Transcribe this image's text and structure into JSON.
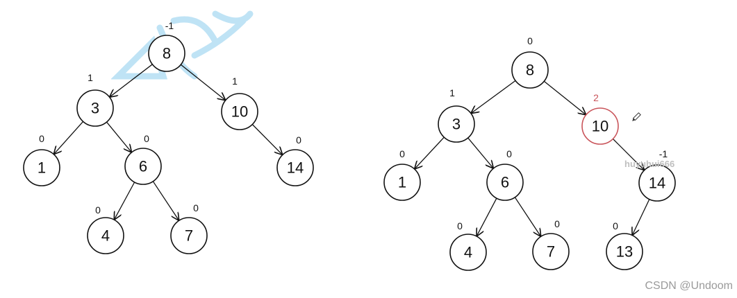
{
  "colors": {
    "line": "#111111",
    "highlight": "#c9545a",
    "watermark_logo": "#bfe3f5",
    "watermark_text": "#bfbfbf"
  },
  "trees": [
    {
      "name": "left-tree",
      "nodes": [
        {
          "id": "8",
          "label": "8",
          "bf": "-1"
        },
        {
          "id": "3",
          "label": "3",
          "bf": "1"
        },
        {
          "id": "10",
          "label": "10",
          "bf": "1"
        },
        {
          "id": "1",
          "label": "1",
          "bf": "0"
        },
        {
          "id": "6",
          "label": "6",
          "bf": "0"
        },
        {
          "id": "14",
          "label": "14",
          "bf": "0"
        },
        {
          "id": "4",
          "label": "4",
          "bf": "0"
        },
        {
          "id": "7",
          "label": "7",
          "bf": "0"
        }
      ],
      "edges": [
        [
          "8",
          "3"
        ],
        [
          "8",
          "10"
        ],
        [
          "3",
          "1"
        ],
        [
          "3",
          "6"
        ],
        [
          "10",
          "14"
        ],
        [
          "6",
          "4"
        ],
        [
          "6",
          "7"
        ]
      ]
    },
    {
      "name": "right-tree",
      "nodes": [
        {
          "id": "8",
          "label": "8",
          "bf": "0"
        },
        {
          "id": "3",
          "label": "3",
          "bf": "1"
        },
        {
          "id": "10",
          "label": "10",
          "bf": "2",
          "highlight": true
        },
        {
          "id": "1",
          "label": "1",
          "bf": "0"
        },
        {
          "id": "6",
          "label": "6",
          "bf": "0"
        },
        {
          "id": "14",
          "label": "14",
          "bf": "-1"
        },
        {
          "id": "4",
          "label": "4",
          "bf": "0"
        },
        {
          "id": "7",
          "label": "7",
          "bf": "0"
        },
        {
          "id": "13",
          "label": "13",
          "bf": "0"
        }
      ],
      "edges": [
        [
          "8",
          "3"
        ],
        [
          "8",
          "10"
        ],
        [
          "3",
          "1"
        ],
        [
          "3",
          "6"
        ],
        [
          "10",
          "14"
        ],
        [
          "6",
          "4"
        ],
        [
          "6",
          "7"
        ],
        [
          "14",
          "13"
        ]
      ]
    }
  ],
  "watermark": {
    "overlay_text": "huyuhui666",
    "credit": "CSDN @Undoom"
  },
  "icons": {
    "pencil": "pencil-icon",
    "logo": "watermark-logo-icon"
  }
}
